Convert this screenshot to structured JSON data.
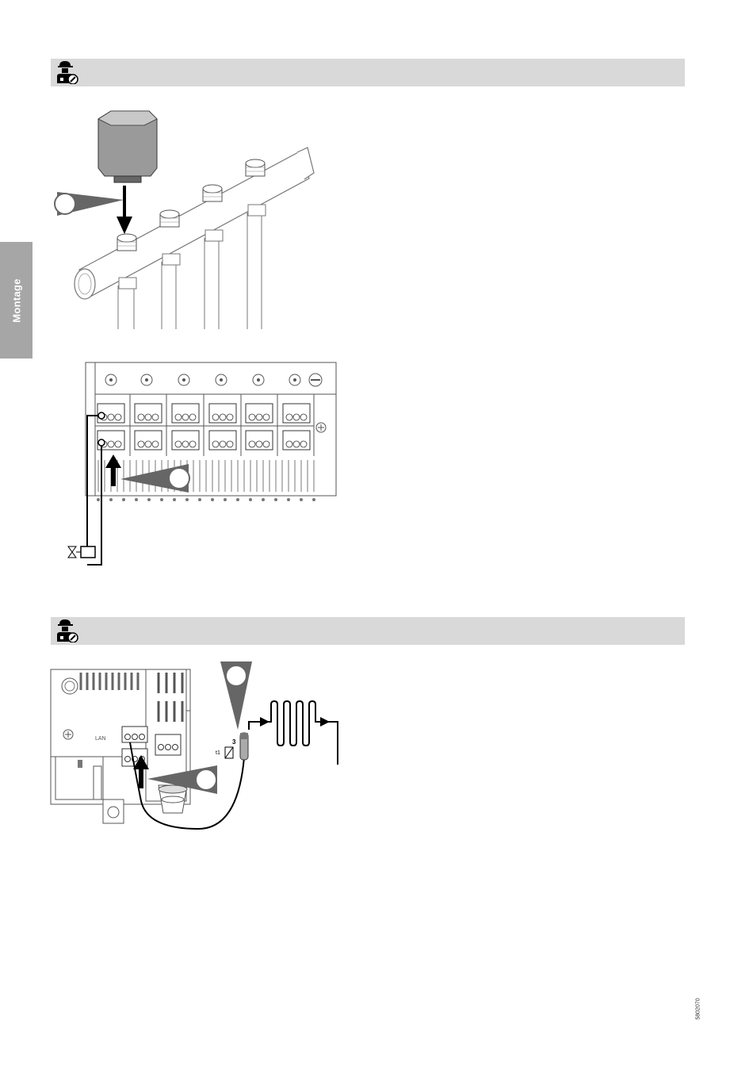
{
  "side_tab": {
    "label": "Montage"
  },
  "figure2": {
    "lan_label": "LAN",
    "sensor_label": "3",
    "sensor_symbol": "t1"
  },
  "footer": {
    "doc_code": "5802070"
  },
  "icons": [
    "installer-icon",
    "thermal-actuator",
    "distribution-manifold",
    "terminal-block",
    "valve-symbol",
    "step-pointer",
    "temperature-sensor",
    "heating-coil"
  ]
}
